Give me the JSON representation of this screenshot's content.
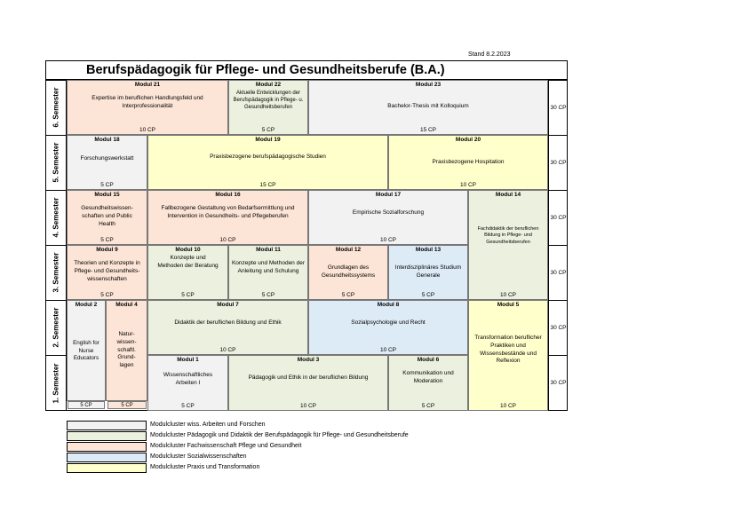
{
  "stand": "Stand 8.2.2023",
  "title": "Berufspädagogik für Pflege- und Gesundheitsberufe (B.A.)",
  "semesters": [
    "6. Semester",
    "5. Semester",
    "4. Semester",
    "3. Semester",
    "2. Semester",
    "1. Semester"
  ],
  "semester_cp": [
    "30 CP",
    "30 CP",
    "30 CP",
    "30 CP",
    "30 CP",
    "30 CP"
  ],
  "colors": {
    "wiss": "#f2f2f2",
    "paed": "#ebf1de",
    "pflege": "#fce4d6",
    "sozial": "#ddebf7",
    "praxis": "#ffffcc"
  },
  "modules": {
    "m21": {
      "title": "Modul 21",
      "desc": "Expertise im beruflichen Handlungsfeld und Interprofessionalität",
      "cp": "10 CP"
    },
    "m22": {
      "title": "Modul 22",
      "desc": "Aktuelle Entwicklungen der Berufspädagogik in Pflege- u. Gesundheitsberufen",
      "cp": "5 CP"
    },
    "m23": {
      "title": "Modul 23",
      "desc": "Bachelor-Thesis mit Kolloquium",
      "cp": "15 CP"
    },
    "m18": {
      "title": "Modul 18",
      "desc": "Forschungswerkstatt",
      "cp": "5 CP"
    },
    "m19": {
      "title": "Modul 19",
      "desc": "Praxisbezogene berufspädagogische Studien",
      "cp": "15 CP"
    },
    "m20": {
      "title": "Modul 20",
      "desc": "Praxisbezogene Hospitation",
      "cp": "10 CP"
    },
    "m15": {
      "title": "Modul 15",
      "desc": "Gesundheitswissen-schaften und Public Health",
      "cp": "5 CP"
    },
    "m16": {
      "title": "Modul 16",
      "desc": "Fallbezogene Gestaltung von Bedarfsermittlung und Intervention in Gesundheits- und Pflegeberufen",
      "cp": "10 CP"
    },
    "m17": {
      "title": "Modul 17",
      "desc": "Empirische Sozialforschung",
      "cp": "10 CP"
    },
    "m14": {
      "title": "Modul 14",
      "desc": "Fachdidaktik der beruflichen Bildung in Pflege- und Gesundheitsberufen",
      "cp": "10 CP"
    },
    "m9": {
      "title": "Modul 9",
      "desc": "Theorien und Konzepte in Pflege- und Gesundheits-wissenschaften",
      "cp": "5 CP"
    },
    "m10": {
      "title": "Modul 10",
      "desc": "Konzepte und Methoden der Beratung",
      "cp": "5 CP"
    },
    "m11": {
      "title": "Modul 11",
      "desc": "Konzepte und Methoden der Anleitung und Schulung",
      "cp": "5 CP"
    },
    "m12": {
      "title": "Modul 12",
      "desc": "Grundlagen des Gesundheitssystems",
      "cp": "5 CP"
    },
    "m13": {
      "title": "Modul 13",
      "desc": "Interdisziplinäres Studium Generale",
      "cp": "5 CP"
    },
    "m2": {
      "title": "Modul 2",
      "desc": "English for Nurse Educators",
      "cp": "5 CP"
    },
    "m4": {
      "title": "Modul 4",
      "desc": "Natur-wissen-schaftl. Grund-lagen",
      "cp": "5 CP"
    },
    "m7": {
      "title": "Modul 7",
      "desc": "Didaktik der beruflichen Bildung und Ethik",
      "cp": "10 CP"
    },
    "m8": {
      "title": "Modul 8",
      "desc": "Sozialpsychologie und Recht",
      "cp": "10 CP"
    },
    "m5": {
      "title": "Modul 5",
      "desc": "Transformation beruflicher Praktiken und Wissensbestände und Reflexion",
      "cp": "10 CP"
    },
    "m1": {
      "title": "Modul 1",
      "desc": "Wissenschaftliches Arbeiten I",
      "cp": "5 CP"
    },
    "m3": {
      "title": "Modul 3",
      "desc": "Pädagogik und Ethik in der beruflichen Bildung",
      "cp": "10 CP"
    },
    "m6": {
      "title": "Modul 6",
      "desc": "Kommunikation und Moderation",
      "cp": "5 CP"
    }
  },
  "legend": [
    "Modulcluster wiss. Arbeiten und Forschen",
    "Modulcluster Pädagogik und Didaktik der Berufspädagogik für Pflege- und Gesundheitsberufe",
    "Modulcluster Fachwissenschaft Pflege und Gesundheit",
    "Modulcluster Sozialwissenschaften",
    "Modulcluster Praxis und Transformation"
  ]
}
